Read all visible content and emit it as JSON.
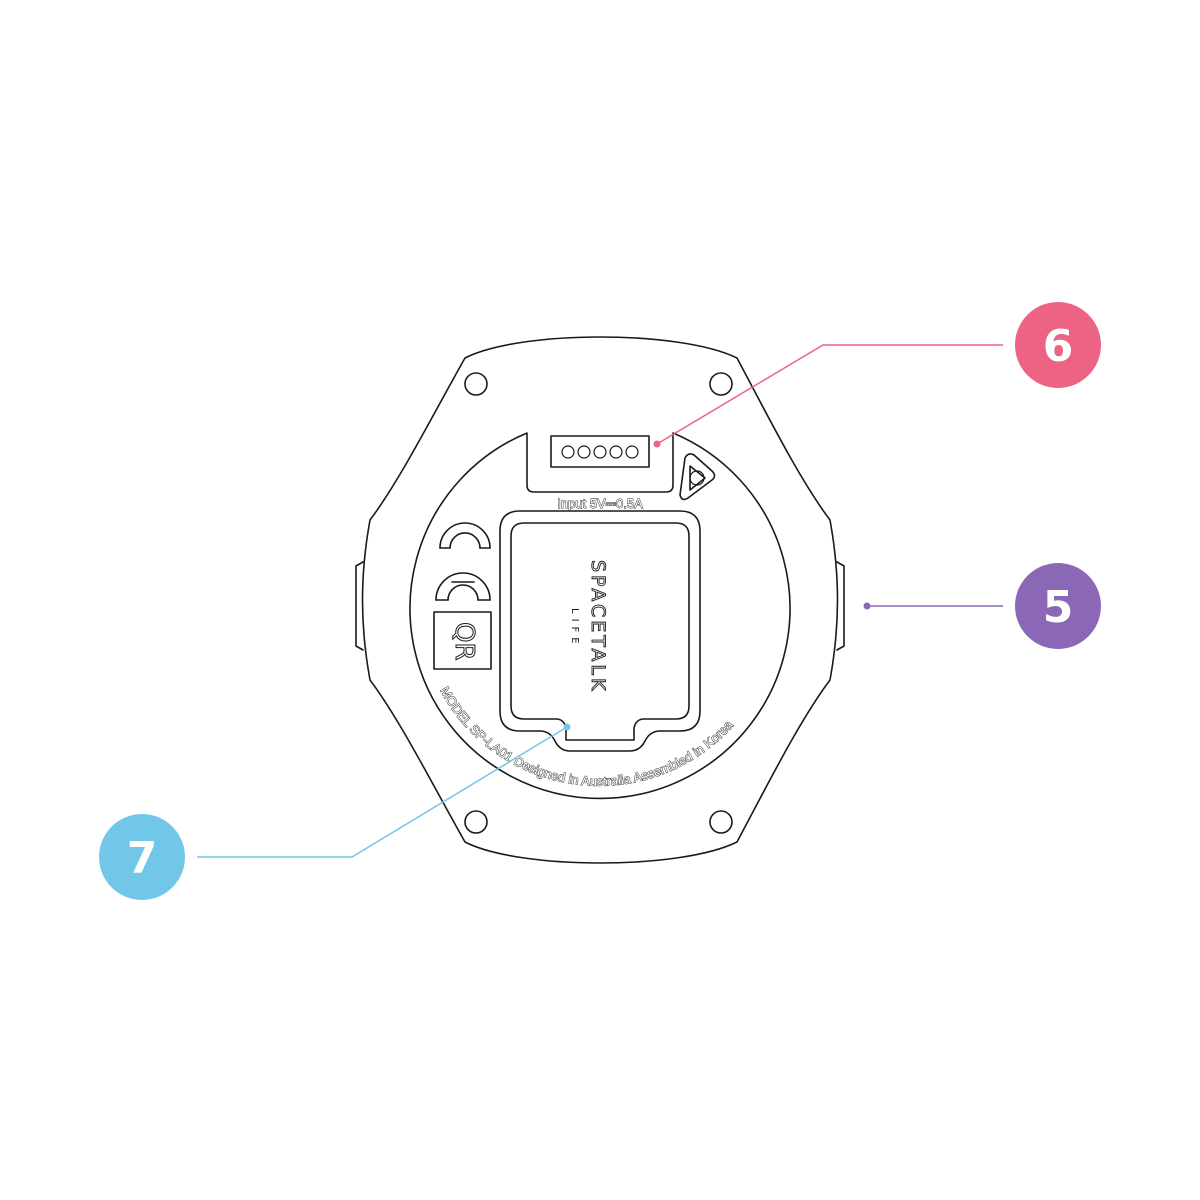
{
  "device": {
    "input_rating": "Input 5V⎓0.5A",
    "brand_name": "SPACETALK",
    "brand_sub": "LIFE",
    "qr_label": "QR",
    "model_text": "MODEL SP-LA01  Designed in Australia  Assembled in Korea"
  },
  "callouts": [
    {
      "number": "6",
      "color": "#ec6383"
    },
    {
      "number": "5",
      "color": "#8a68b6"
    },
    {
      "number": "7",
      "color": "#72c7e9"
    }
  ]
}
